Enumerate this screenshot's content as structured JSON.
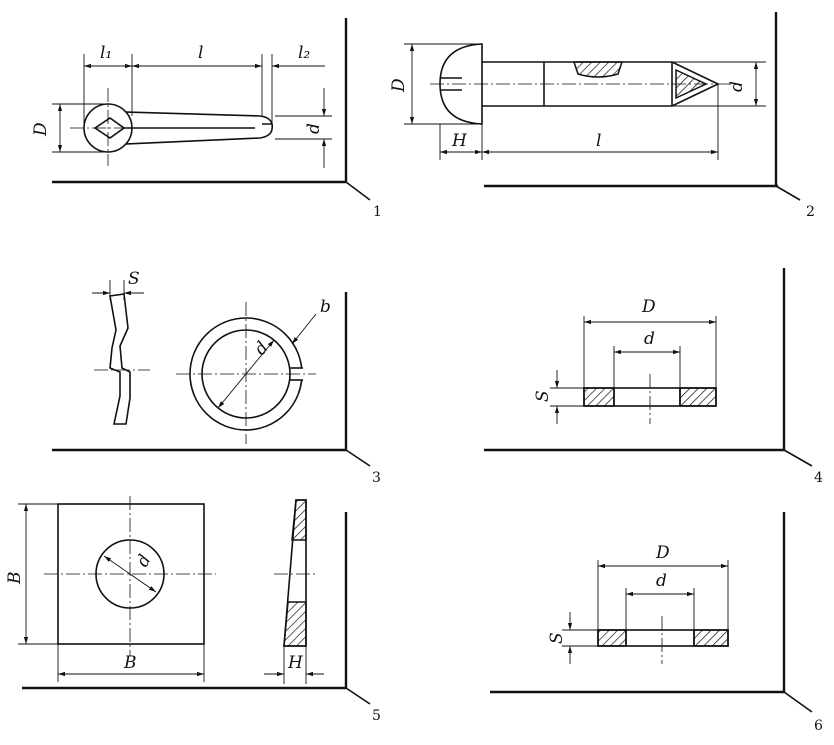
{
  "figure_numbers": [
    "1",
    "2",
    "3",
    "4",
    "5",
    "6"
  ],
  "fig1": {
    "l1": "l₁",
    "l": "l",
    "l2": "l₂",
    "D": "D",
    "d": "d"
  },
  "fig2": {
    "D": "D",
    "d": "d",
    "H": "H",
    "l": "l"
  },
  "fig3": {
    "S": "S",
    "d": "d",
    "b": "b"
  },
  "fig4": {
    "D": "D",
    "d": "d",
    "S": "S"
  },
  "fig5": {
    "B_side": "B",
    "B_bottom": "B",
    "d": "d",
    "H": "H"
  },
  "fig6": {
    "D": "D",
    "d": "d",
    "S": "S"
  }
}
